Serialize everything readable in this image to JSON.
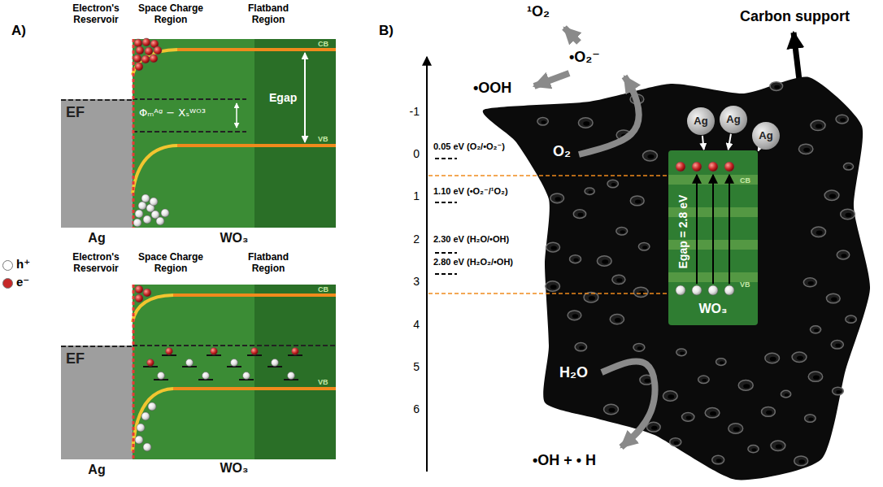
{
  "diagram": {
    "nodes": [
      {
        "text": [
          "EF",
          "Ag"
        ]
      },
      {
        "text": [
          "Φₘᴬᵍ − Xₛᵂᴼ³",
          "Egap",
          "CB",
          "VB",
          "WO₃"
        ]
      },
      {
        "text": [
          "EF",
          "Ag"
        ]
      },
      {
        "text": [
          "CB",
          "VB",
          "WO₃"
        ]
      },
      {
        "text": [
          "Carbon support"
        ]
      },
      {
        "text": [
          "CB",
          "Egap = 2.8 eV",
          "VB",
          "WO₃"
        ],
        "in": 4
      },
      {
        "text": [
          "Ag"
        ],
        "in": 4
      },
      {
        "text": [
          "Ag"
        ],
        "in": 4
      },
      {
        "text": [
          "Ag"
        ],
        "in": 4
      }
    ],
    "edges": [
      {
        "from": 6,
        "to": 5,
        "arrow": "to"
      },
      {
        "from": 7,
        "to": 5,
        "arrow": "to"
      },
      {
        "from": 8,
        "to": 5,
        "arrow": "to"
      }
    ],
    "labels": [
      "A)",
      "Electron's Reservoir",
      "Space Charge Region",
      "Flatband Region",
      "Electron's Reservoir",
      "Space Charge Region",
      "Flatband Region",
      "B)",
      "-1",
      "0",
      "1",
      "2",
      "3",
      "4",
      "5",
      "6",
      "0.05 eV (O₂/•O₂⁻)",
      "1.10 eV (•O₂⁻/¹O₂)",
      "2.30 eV (H₂O/•OH)",
      "2.80 eV (H₂O₂/•OH)",
      "¹O₂",
      "•O₂⁻",
      "•OOH",
      "O₂",
      "H₂O",
      "•OH + • H"
    ],
    "legend": [
      {
        "text": "h⁺",
        "color": "#ffffff"
      },
      {
        "text": "e⁻",
        "color": "#c62828"
      }
    ]
  }
}
